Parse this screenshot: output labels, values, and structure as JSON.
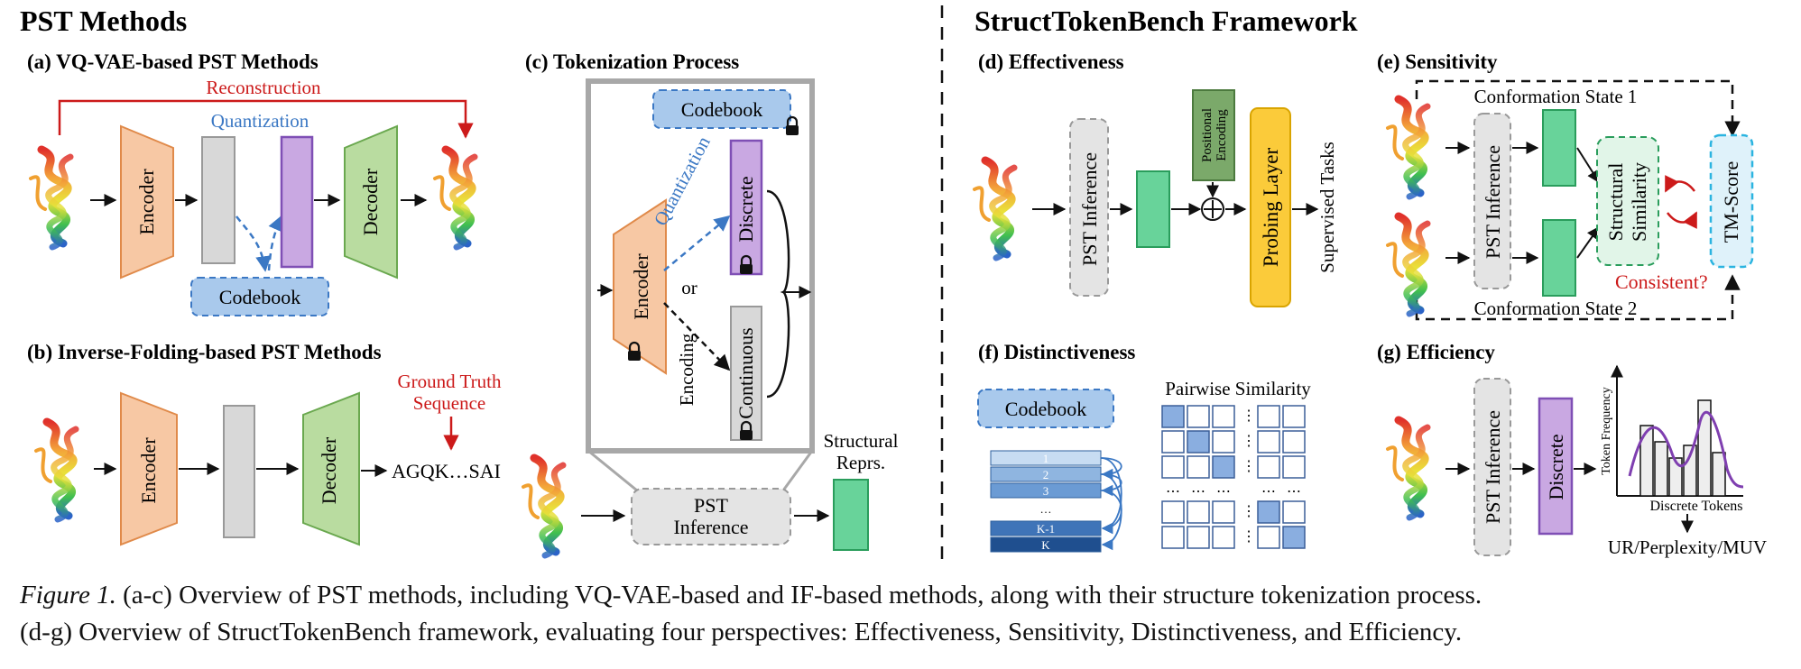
{
  "left_panel": {
    "title": "PST Methods",
    "a": {
      "title": "(a) VQ-VAE-based PST Methods",
      "reconstruction": "Reconstruction",
      "quantization": "Quantization",
      "encoder": "Encoder",
      "decoder": "Decoder",
      "codebook": "Codebook"
    },
    "b": {
      "title": "(b) Inverse-Folding-based PST Methods",
      "encoder": "Encoder",
      "decoder": "Decoder",
      "ground_truth_line1": "Ground Truth",
      "ground_truth_line2": "Sequence",
      "sequence": "AGQK…SAI"
    },
    "c": {
      "title": "(c) Tokenization Process",
      "codebook": "Codebook",
      "quantization": "Quantization",
      "discrete": "Discrete",
      "encoder": "Encoder",
      "or": "or",
      "encoding": "Encoding",
      "continuous": "Continuous",
      "pst_line1": "PST",
      "pst_line2": "Inference",
      "structural_line1": "Structural",
      "structural_line2": "Reprs."
    }
  },
  "right_panel": {
    "title": "StructTokenBench Framework",
    "d": {
      "title": "(d) Effectiveness",
      "pst_inference": "PST Inference",
      "positional_line1": "Positional",
      "positional_line2": "Encoding",
      "probing_layer": "Probing Layer",
      "supervised_tasks": "Supervised Tasks"
    },
    "e": {
      "title": "(e) Sensitivity",
      "state1": "Conformation State 1",
      "state2": "Conformation State 2",
      "pst_inference": "PST Inference",
      "structural_line1": "Structural",
      "structural_line2": "Similarity",
      "tm_score": "TM-Score",
      "consistent": "Consistent?"
    },
    "f": {
      "title": "(f) Distinctiveness",
      "codebook": "Codebook",
      "pairwise": "Pairwise Similarity",
      "rows": [
        "1",
        "2",
        "3",
        "…",
        "K-1",
        "K"
      ]
    },
    "g": {
      "title": "(g) Efficiency",
      "pst_inference": "PST Inference",
      "discrete": "Discrete",
      "y_axis": "Token Frequency",
      "x_axis": "Discrete Tokens",
      "metrics": "UR/Perplexity/MUV"
    }
  },
  "caption": {
    "label": "Figure 1.",
    "line1": "(a-c) Overview of PST methods, including VQ-VAE-based and IF-based methods, along with their structure tokenization process.",
    "line2": "(d-g) Overview of StructTokenBench framework, evaluating four perspectives: Effectiveness, Sensitivity, Distinctiveness, and Efficiency."
  },
  "colors": {
    "encoder": "#f7c8a4",
    "decoder": "#b9dca0",
    "codebook": "#a9c9ec",
    "discrete": "#c9a8e2",
    "green_token": "#68d39a",
    "probing": "#fbcb3a",
    "red_text": "#cc1a1a",
    "blue_text": "#3b78c4"
  }
}
